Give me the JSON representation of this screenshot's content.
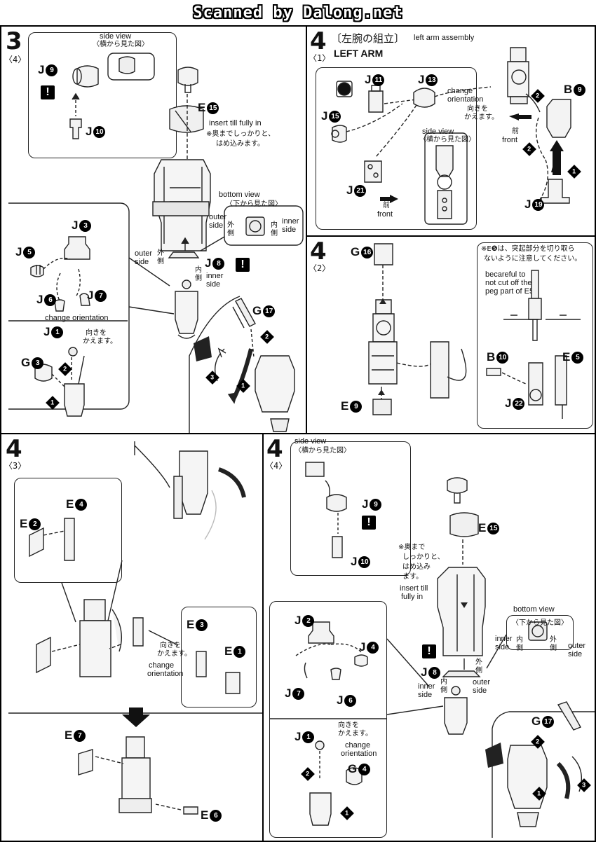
{
  "banner": "Scanned by Dalong.net",
  "panel_3_4": {
    "step": "3",
    "sub": "〈4〉",
    "side_view_en": "side view",
    "side_view_jp": "〈横から見た図〉",
    "insert_en": "insert till fully in",
    "insert_jp1": "※奥までしっかりと、",
    "insert_jp2": "はめ込みます。",
    "bottom_view_en": "bottom view",
    "bottom_view_jp": "〈下から見た図〉",
    "outer_side": "outer side",
    "inner_side": "inner side",
    "outer_jp": "外側",
    "inner_jp": "内側",
    "change_orientation": "change orientation",
    "change_jp1": "向きを",
    "change_jp2": "かえます。",
    "parts": {
      "J9": "J",
      "J10": "J",
      "E15": "E",
      "J3": "J",
      "J5": "J",
      "J6": "J",
      "J7": "J",
      "J1": "J",
      "G3": "G",
      "J8": "J",
      "G17": "G"
    },
    "nums": {
      "J9": "9",
      "J10": "10",
      "E15": "15",
      "J3": "3",
      "J5": "5",
      "J6": "6",
      "J7": "7",
      "J1": "1",
      "G3": "3",
      "J8": "8",
      "G17": "17"
    }
  },
  "panel_4_1": {
    "step": "4",
    "sub": "〈1〉",
    "title_jp": "〔左腕の組立〕",
    "title_en_small": "left arm assembly",
    "title_en": "LEFT ARM",
    "change_orientation": "change orientation",
    "change_jp1": "向きを",
    "change_jp2": "かえます。",
    "side_view_en": "side view",
    "side_view_jp": "〈横から見た図〉",
    "front_jp": "前",
    "front_en": "front",
    "parts": {
      "J11": "J",
      "J13": "J",
      "J15": "J",
      "J21": "J",
      "B9": "B",
      "J19": "J"
    },
    "nums": {
      "J11": "11",
      "J13": "13",
      "J15": "15",
      "J21": "21",
      "B9": "9",
      "J19": "19"
    }
  },
  "panel_4_2": {
    "step": "4",
    "sub": "〈2〉",
    "note_jp1": "※E❺は、突起部分を切り取ら",
    "note_jp2": "ないように注意してください。",
    "note_en1": "becareful to",
    "note_en2": "not cut off the",
    "note_en3": "peg part of E5",
    "parts": {
      "G16": "G",
      "B10": "B",
      "E5": "E",
      "J22": "J",
      "E9": "E"
    },
    "nums": {
      "G16": "16",
      "B10": "10",
      "E5": "5",
      "J22": "22",
      "E9": "9"
    }
  },
  "panel_4_3": {
    "step": "4",
    "sub": "〈3〉",
    "change_jp1": "向きを",
    "change_jp2": "かえます。",
    "change_en1": "change",
    "change_en2": "orientation",
    "parts": {
      "E4": "E",
      "E2": "E",
      "E3": "E",
      "E1": "E",
      "E7": "E",
      "E6": "E"
    },
    "nums": {
      "E4": "4",
      "E2": "2",
      "E3": "3",
      "E1": "1",
      "E7": "7",
      "E6": "6"
    }
  },
  "panel_4_4": {
    "step": "4",
    "sub": "〈4〉",
    "side_view_en": "side view",
    "side_view_jp": "〈横から見た図〉",
    "insert_jp1": "※奥まで",
    "insert_jp2": "しっかりと、",
    "insert_jp3": "はめ込み",
    "insert_jp4": "ます。",
    "insert_en1": "insert till",
    "insert_en2": "fully in",
    "bottom_view_en": "bottom view",
    "bottom_view_jp": "〈下から見た図〉",
    "inner_side": "inner side",
    "outer_side": "outer side",
    "inner_jp": "内側",
    "outer_jp": "外側",
    "change_jp1": "向きを",
    "change_jp2": "かえます。",
    "change_en1": "change",
    "change_en2": "orientation",
    "parts": {
      "J9": "J",
      "J10": "J",
      "E15": "E",
      "J2": "J",
      "J4": "J",
      "J7": "J",
      "J6": "J",
      "J8": "J",
      "J1": "J",
      "G4": "G",
      "G17": "G"
    },
    "nums": {
      "J9": "9",
      "J10": "10",
      "E15": "15",
      "J2": "2",
      "J4": "4",
      "J7": "7",
      "J6": "6",
      "J8": "8",
      "J1": "1",
      "G4": "4",
      "G17": "17"
    }
  },
  "steps": {
    "one": "1",
    "two": "2",
    "three": "3"
  },
  "warn": "!"
}
